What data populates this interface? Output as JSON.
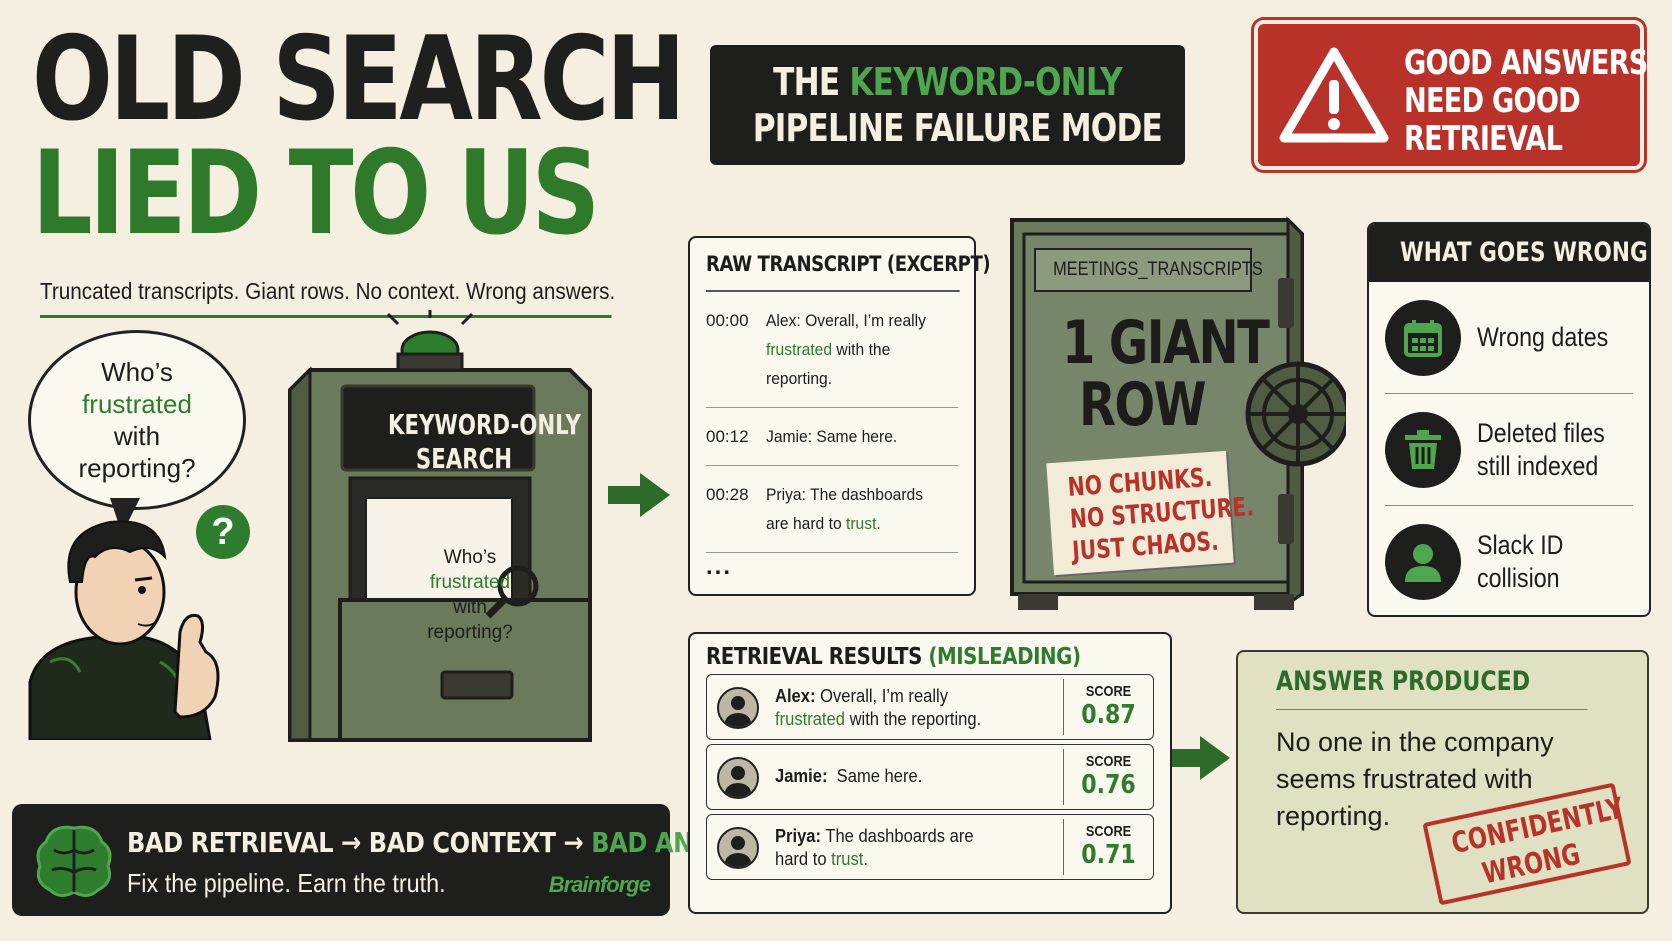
{
  "title": {
    "line1": "OLD SEARCH",
    "line2": "LIED TO US"
  },
  "subtitle": "Truncated transcripts. Giant rows. No context. Wrong answers.",
  "bubble": {
    "l1": "Who’s",
    "l2": "frustrated",
    "l3": "with",
    "l4": "reporting?"
  },
  "question_mark": "?",
  "kiosk": {
    "label_l1": "KEYWORD-ONLY",
    "label_l2": "SEARCH",
    "paper": {
      "l1": "Who’s",
      "l2": "frustrated",
      "l3": "with",
      "l4": "reporting?"
    }
  },
  "banner": {
    "bad_retrieval": "BAD RETRIEVAL",
    "arrow1": " → ",
    "bad_context": "BAD CONTEXT",
    "arrow2": " → ",
    "bad_answers": "BAD ANSWERS.",
    "line2": "Fix the pipeline. Earn the truth.",
    "brand": "Brainforge"
  },
  "pipeline_label": {
    "the": "THE ",
    "keyword": "KEYWORD-ONLY",
    "line2": "PIPELINE FAILURE MODE"
  },
  "warning": {
    "l1": "GOOD ANSWERS",
    "l2": "NEED GOOD",
    "l3": "RETRIEVAL"
  },
  "transcript": {
    "title": "RAW TRANSCRIPT (EXCERPT)",
    "rows": [
      {
        "time": "00:00",
        "pre": "Alex: Overall, I’m really ",
        "hl": "frustrated",
        "post": " with the reporting."
      },
      {
        "time": "00:12",
        "pre": "Jamie: Same here.",
        "hl": "",
        "post": ""
      },
      {
        "time": "00:28",
        "pre": "Priya: The dashboards are hard to ",
        "hl": "trust",
        "post": "."
      }
    ],
    "ellipsis": "..."
  },
  "vault": {
    "label": "MEETINGS_TRANSCRIPTS",
    "big_l1": "1 GIANT",
    "big_l2": "ROW",
    "note_l1": "NO CHUNKS.",
    "note_l2": "NO STRUCTURE.",
    "note_l3": "JUST CHAOS."
  },
  "what_goes_wrong": {
    "title": "WHAT GOES WRONG",
    "items": [
      {
        "icon": "calendar-icon",
        "l1": "Wrong dates",
        "l2": ""
      },
      {
        "icon": "trash-icon",
        "l1": "Deleted files",
        "l2": "still indexed"
      },
      {
        "icon": "user-icon",
        "l1": "Slack ID",
        "l2": "collision"
      }
    ]
  },
  "results": {
    "title": "RETRIEVAL RESULTS",
    "title_hl": " (MISLEADING)",
    "score_label": "SCORE",
    "rows": [
      {
        "speaker": "Alex:",
        "l1": " Overall, I’m really",
        "hl": "frustrated",
        "l2": " with the reporting.",
        "score": "0.87"
      },
      {
        "speaker": "Jamie:",
        "l1": "  Same here.",
        "hl": "",
        "l2": "",
        "score": "0.76"
      },
      {
        "speaker": "Priya:",
        "l1": " The dashboards are",
        "hl": "",
        "l2pre": "hard to ",
        "l2hl": "trust",
        "l2": ".",
        "score": "0.71"
      }
    ]
  },
  "answer": {
    "title": "ANSWER PRODUCED",
    "body": "No one in the company seems frustrated with reporting.",
    "stamp_l1": "CONFIDENTLY",
    "stamp_l2": "WRONG"
  },
  "colors": {
    "background": "#f5efe1",
    "green": "#2e7d2e",
    "dark": "#1e1e1c",
    "red": "#b8322a",
    "olive": "#6b7a5a"
  }
}
